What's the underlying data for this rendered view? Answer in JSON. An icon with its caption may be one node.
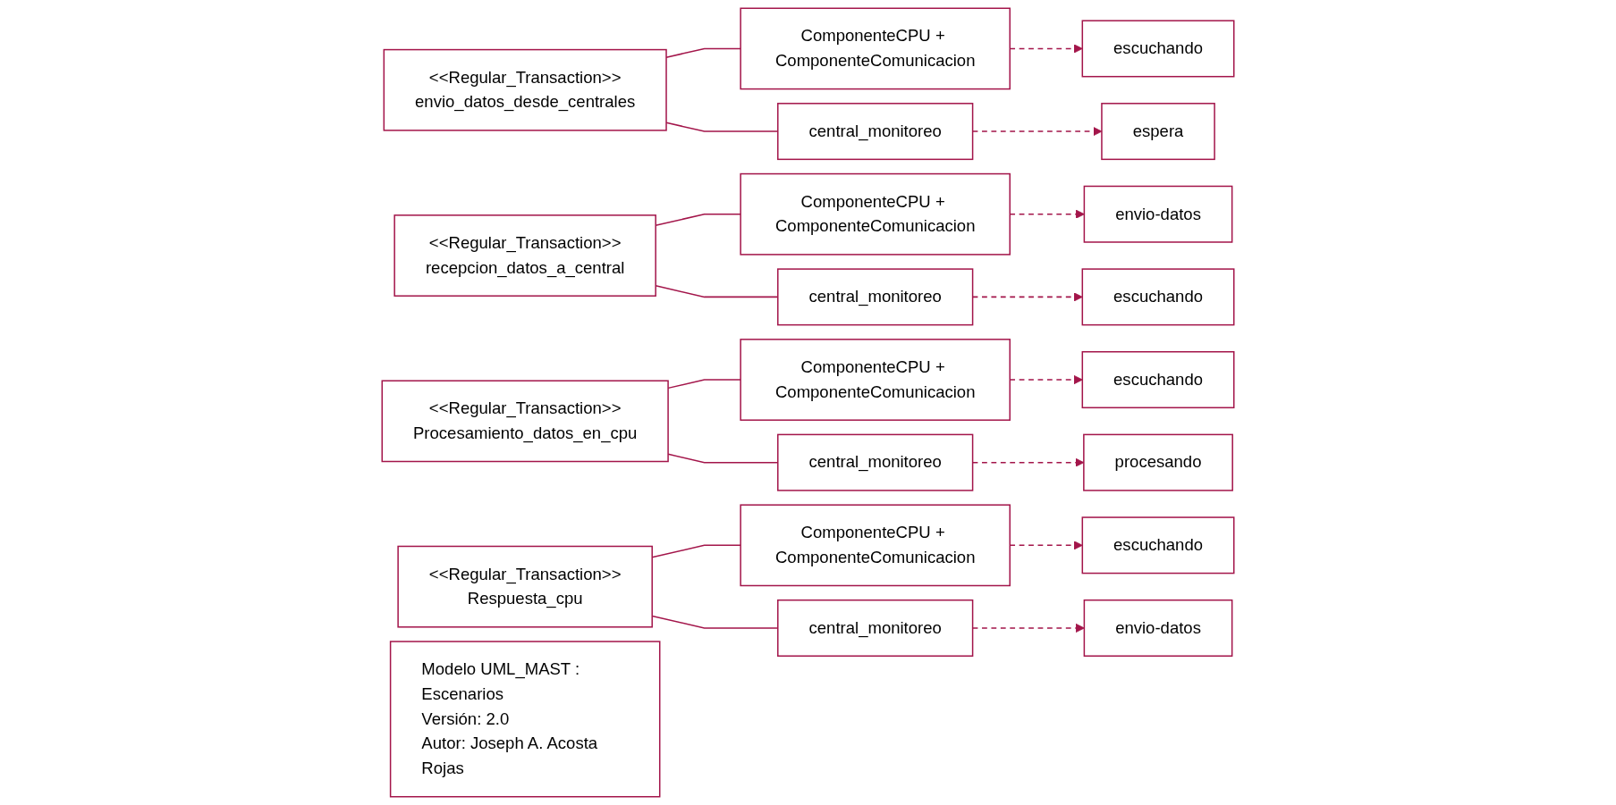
{
  "diagram": {
    "nodes": [
      {
        "text": [
          "<<Regular_Transaction>>",
          "envio_datos_desde_centrales"
        ]
      },
      {
        "text": [
          "ComponenteCPU + ComponenteComunicacion"
        ]
      },
      {
        "text": [
          "escuchando"
        ]
      },
      {
        "text": [
          "central_monitoreo"
        ]
      },
      {
        "text": [
          "espera"
        ]
      },
      {
        "text": [
          "<<Regular_Transaction>>",
          "recepcion_datos_a_central"
        ]
      },
      {
        "text": [
          "ComponenteCPU + ComponenteComunicacion"
        ]
      },
      {
        "text": [
          "envio-datos"
        ]
      },
      {
        "text": [
          "central_monitoreo"
        ]
      },
      {
        "text": [
          "escuchando"
        ]
      },
      {
        "text": [
          "<<Regular_Transaction>>",
          "Procesamiento_datos_en_cpu"
        ]
      },
      {
        "text": [
          "ComponenteCPU + ComponenteComunicacion"
        ]
      },
      {
        "text": [
          "escuchando"
        ]
      },
      {
        "text": [
          "central_monitoreo"
        ]
      },
      {
        "text": [
          "procesando"
        ]
      },
      {
        "text": [
          "<<Regular_Transaction>>",
          "Respuesta_cpu"
        ]
      },
      {
        "text": [
          "ComponenteCPU + ComponenteComunicacion"
        ]
      },
      {
        "text": [
          "escuchando"
        ]
      },
      {
        "text": [
          "central_monitoreo"
        ]
      },
      {
        "text": [
          "envio-datos"
        ]
      },
      {
        "text": [
          "Modelo UML_MAST : Escenarios",
          "Versión: 2.0",
          "Autor: Joseph A. Acosta Rojas"
        ]
      }
    ],
    "edges": [
      {
        "from": 0,
        "to": 1,
        "arrow": "none"
      },
      {
        "from": 1,
        "to": 2,
        "arrow": "to",
        "style": "dashed"
      },
      {
        "from": 0,
        "to": 3,
        "arrow": "none"
      },
      {
        "from": 3,
        "to": 4,
        "arrow": "to",
        "style": "dashed"
      },
      {
        "from": 5,
        "to": 6,
        "arrow": "none"
      },
      {
        "from": 6,
        "to": 7,
        "arrow": "to",
        "style": "dashed"
      },
      {
        "from": 5,
        "to": 8,
        "arrow": "none"
      },
      {
        "from": 8,
        "to": 9,
        "arrow": "to",
        "style": "dashed"
      },
      {
        "from": 10,
        "to": 11,
        "arrow": "none"
      },
      {
        "from": 11,
        "to": 12,
        "arrow": "to",
        "style": "dashed"
      },
      {
        "from": 10,
        "to": 13,
        "arrow": "none"
      },
      {
        "from": 13,
        "to": 14,
        "arrow": "to",
        "style": "dashed"
      },
      {
        "from": 15,
        "to": 16,
        "arrow": "none"
      },
      {
        "from": 16,
        "to": 17,
        "arrow": "to",
        "style": "dashed"
      },
      {
        "from": 15,
        "to": 18,
        "arrow": "none"
      },
      {
        "from": 18,
        "to": 19,
        "arrow": "to",
        "style": "dashed"
      }
    ]
  }
}
